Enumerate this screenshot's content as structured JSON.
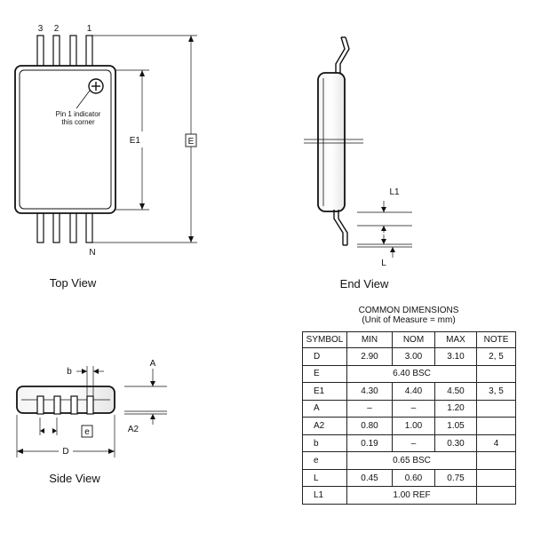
{
  "top_view": {
    "title": "Top View",
    "pin_labels": [
      "3",
      "2",
      "1"
    ],
    "pin_last_label": "N",
    "pin1_text_line1": "Pin 1 indicator",
    "pin1_text_line2": "this corner",
    "e1_label": "E1",
    "e_label": "E"
  },
  "end_view": {
    "title": "End View",
    "l1_label": "L1",
    "l_label": "L"
  },
  "side_view": {
    "title": "Side View",
    "b_label": "b",
    "a_label": "A",
    "a2_label": "A2",
    "e_label": "e",
    "d_label": "D"
  },
  "dimensions": {
    "title": "COMMON DIMENSIONS",
    "subtitle": "(Unit of Measure = mm)",
    "headers": [
      "SYMBOL",
      "MIN",
      "NOM",
      "MAX",
      "NOTE"
    ],
    "rows": [
      {
        "symbol": "D",
        "min": "2.90",
        "nom": "3.00",
        "max": "3.10",
        "note": "2, 5"
      },
      {
        "symbol": "E",
        "span": "6.40 BSC",
        "note": ""
      },
      {
        "symbol": "E1",
        "min": "4.30",
        "nom": "4.40",
        "max": "4.50",
        "note": "3, 5"
      },
      {
        "symbol": "A",
        "min": "–",
        "nom": "–",
        "max": "1.20",
        "note": ""
      },
      {
        "symbol": "A2",
        "min": "0.80",
        "nom": "1.00",
        "max": "1.05",
        "note": ""
      },
      {
        "symbol": "b",
        "min": "0.19",
        "nom": "–",
        "max": "0.30",
        "note": "4"
      },
      {
        "symbol": "e",
        "span": "0.65 BSC",
        "note": ""
      },
      {
        "symbol": "L",
        "min": "0.45",
        "nom": "0.60",
        "max": "0.75",
        "note": ""
      },
      {
        "symbol": "L1",
        "span": "1.00 REF",
        "note": ""
      }
    ]
  }
}
